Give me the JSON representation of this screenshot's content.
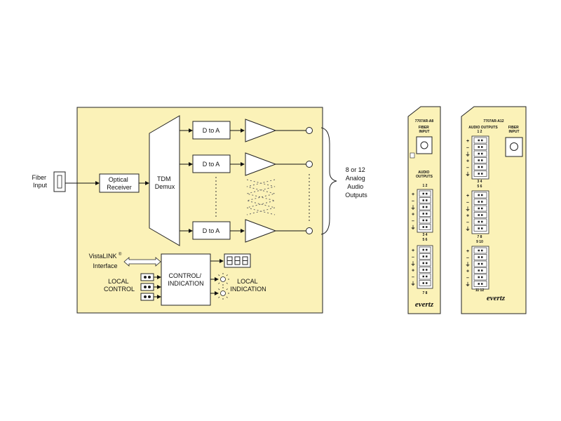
{
  "colors": {
    "panel_fill": "#fbf2b8",
    "stroke": "#222222",
    "white": "#ffffff"
  },
  "block_diagram": {
    "fiber_input": "Fiber\nInput",
    "optical_receiver": "Optical\nReceiver",
    "tdm_demux": "TDM\nDemux",
    "d_to_a": "D to A",
    "outputs_label": "8 or 12\nAnalog\nAudio\nOutputs",
    "vistalink": "VistaLINK",
    "vistalink_sup": "®",
    "vistalink_sub": "Interface",
    "control_indication": "CONTROL/\nINDICATION",
    "local_control": "LOCAL\nCONTROL",
    "local_indication": "LOCAL\nINDICATION"
  },
  "rear_panel_a8": {
    "model": "7707AR-A8",
    "fiber_input": "FIBER\nINPUT",
    "audio_outputs": "AUDIO\nOUTPUTS",
    "ch_1_2": "1    2",
    "ch_3_4": "3    4",
    "ch_5_6": "5    6",
    "ch_7_8": "7    8",
    "brand": "evertz"
  },
  "rear_panel_a12": {
    "model": "7707AR-A12",
    "audio_outputs": "AUDIO OUTPUTS",
    "fiber_input": "FIBER\nINPUT",
    "ch_1_2": "1    2",
    "ch_3_4": "3    4",
    "ch_5_6": "5    6",
    "ch_7_8": "7    8",
    "ch_9_10": "9    10",
    "ch_11_12": "11   12",
    "brand": "evertz"
  },
  "terminal_signs": [
    "+",
    "–",
    "⏚",
    "+",
    "–",
    "⏚"
  ]
}
